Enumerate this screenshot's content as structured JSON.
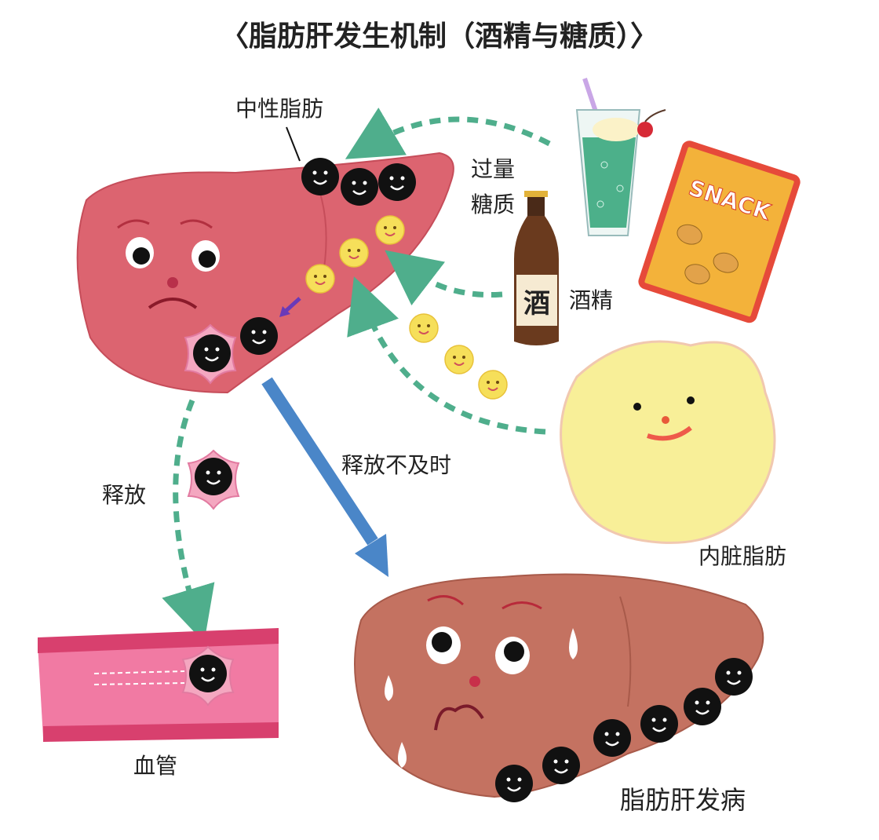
{
  "title": "〈脂肪肝发生机制（酒精与糖质）〉",
  "labels": {
    "neutral_fat": "中性脂肪",
    "excess_sugar_line1": "过量",
    "excess_sugar_line2": "糖质",
    "alcohol": "酒精",
    "bottle_char": "酒",
    "snack": "SNACK",
    "release": "释放",
    "release_delayed": "释放不及时",
    "visceral_fat": "内脏脂肪",
    "blood_vessel": "血管",
    "fatty_liver_onset": "脂肪肝发病"
  },
  "colors": {
    "healthy_liver": "#dc6470",
    "fatty_liver": "#c47261",
    "arrow_dashed": "#4fae8c",
    "arrow_blue": "#4a86c8",
    "fat_cell": "#f5ea8c",
    "vessel": "#e0507e"
  }
}
